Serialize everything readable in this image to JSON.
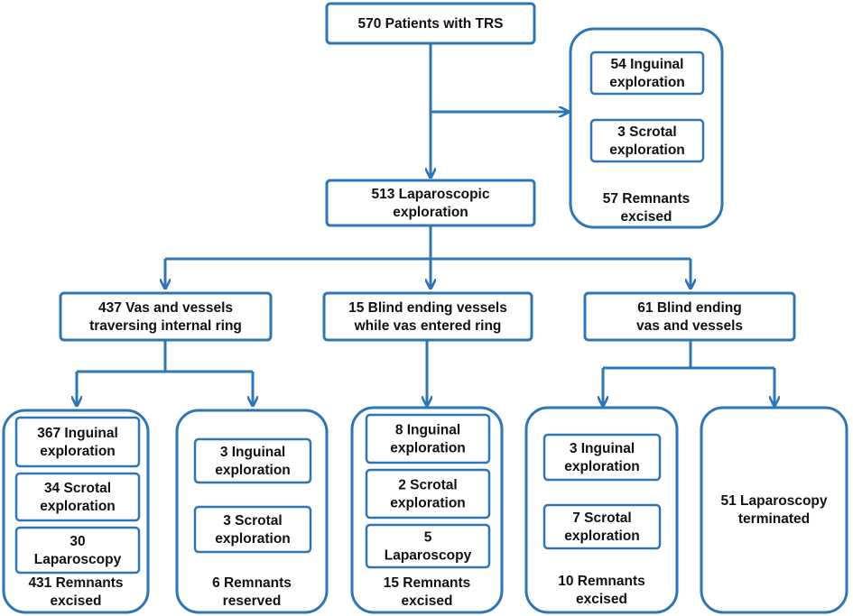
{
  "colors": {
    "box_stroke": "#2e75b6",
    "arrow": "#2e75b6",
    "text": "#111111",
    "background": "#ffffff"
  },
  "diagram": {
    "root": {
      "lines": [
        "570 Patients with TRS"
      ]
    },
    "excluded": {
      "items": [
        {
          "lines": [
            "54 Inguinal",
            "exploration"
          ]
        },
        {
          "lines": [
            "3 Scrotal",
            "exploration"
          ]
        }
      ],
      "summary": [
        "57 Remnants",
        "excised"
      ]
    },
    "laparoscopic": {
      "lines": [
        "513 Laparoscopic",
        "exploration"
      ]
    },
    "branches": [
      {
        "lines": [
          "437 Vas and vessels",
          "traversing internal ring"
        ]
      },
      {
        "lines": [
          "15 Blind ending vessels",
          "while vas entered ring"
        ]
      },
      {
        "lines": [
          "61 Blind ending",
          "vas and vessels"
        ]
      }
    ],
    "outcomes": [
      {
        "items": [
          {
            "lines": [
              "367 Inguinal",
              "exploration"
            ]
          },
          {
            "lines": [
              "34 Scrotal",
              "exploration"
            ]
          },
          {
            "lines": [
              "30",
              "Laparoscopy"
            ]
          }
        ],
        "summary": [
          "431 Remnants",
          "excised"
        ]
      },
      {
        "items": [
          {
            "lines": [
              "3 Inguinal",
              "exploration"
            ]
          },
          {
            "lines": [
              "3 Scrotal",
              "exploration"
            ]
          }
        ],
        "summary": [
          "6 Remnants",
          "reserved"
        ]
      },
      {
        "items": [
          {
            "lines": [
              "8 Inguinal",
              "exploration"
            ]
          },
          {
            "lines": [
              "2 Scrotal",
              "exploration"
            ]
          },
          {
            "lines": [
              "5",
              "Laparoscopy"
            ]
          }
        ],
        "summary": [
          "15 Remnants",
          "excised"
        ]
      },
      {
        "items": [
          {
            "lines": [
              "3 Inguinal",
              "exploration"
            ]
          },
          {
            "lines": [
              "7 Scrotal",
              "exploration"
            ]
          }
        ],
        "summary": [
          "10 Remnants",
          "excised"
        ]
      },
      {
        "items": [],
        "summary": [
          "51 Laparoscopy",
          "terminated"
        ]
      }
    ]
  }
}
